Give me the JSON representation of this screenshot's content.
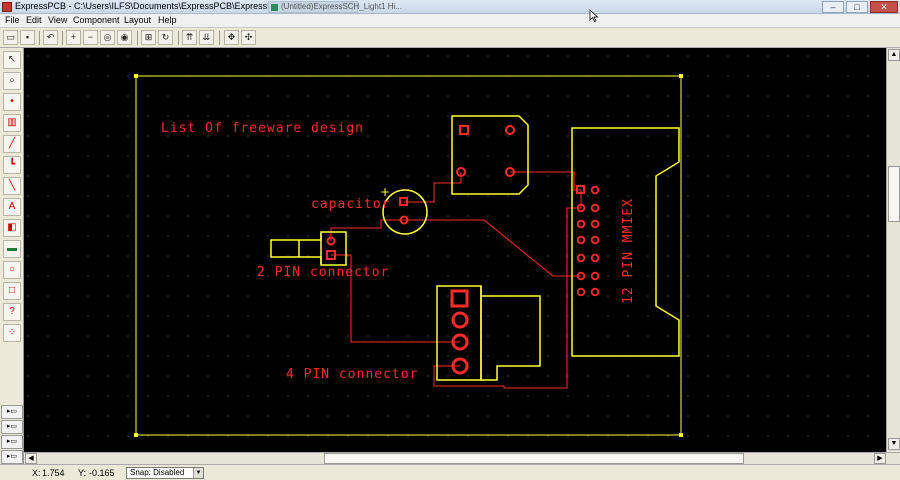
{
  "window": {
    "title": "ExpressPCB - C:\\Users\\ILFS\\Documents\\ExpressPCB\\ExpressPCB.pcb",
    "background_tab": "(Untitled)ExpressSCH_Light1 Hi...",
    "controls": {
      "minimize": "–",
      "maximize": "□",
      "close": "✕"
    }
  },
  "menu": {
    "items": [
      "File",
      "Edit",
      "View",
      "Component",
      "Layout",
      "Help"
    ]
  },
  "toolbar": {
    "buttons": [
      {
        "name": "open-button",
        "icon": "folder-icon",
        "glyph": "▭"
      },
      {
        "name": "save-button",
        "icon": "disk-icon",
        "glyph": "▪"
      },
      {
        "name": "undo-button",
        "icon": "undo-icon",
        "glyph": "↶"
      },
      {
        "name": "zoom-in-button",
        "icon": "zoom-in-icon",
        "glyph": "+"
      },
      {
        "name": "zoom-out-button",
        "icon": "zoom-out-icon",
        "glyph": "−"
      },
      {
        "name": "zoom-window-button",
        "icon": "zoom-window-icon",
        "glyph": "◎"
      },
      {
        "name": "zoom-fit-button",
        "icon": "zoom-fit-icon",
        "glyph": "◉"
      },
      {
        "name": "component-button",
        "icon": "component-icon",
        "glyph": "⊞"
      },
      {
        "name": "rotate-button",
        "icon": "rotate-icon",
        "glyph": "↻"
      },
      {
        "name": "layer-top-button",
        "icon": "layer-top-icon",
        "glyph": "⇈"
      },
      {
        "name": "layer-bottom-button",
        "icon": "layer-bottom-icon",
        "glyph": "⇊"
      },
      {
        "name": "move-button",
        "icon": "move-icon",
        "glyph": "✥"
      },
      {
        "name": "pan-button",
        "icon": "pan-icon",
        "glyph": "✣"
      }
    ]
  },
  "palette": {
    "tools": [
      {
        "name": "select-tool",
        "icon": "pointer-icon",
        "glyph": "↖"
      },
      {
        "name": "zoom-tool",
        "icon": "magnifier-icon",
        "glyph": "⌕"
      },
      {
        "name": "pad-tool",
        "icon": "pad-icon",
        "glyph": "•"
      },
      {
        "name": "component-tool",
        "icon": "chip-icon",
        "glyph": "▥"
      },
      {
        "name": "trace-tool",
        "icon": "trace-icon",
        "glyph": "╱"
      },
      {
        "name": "trace-bend-tool",
        "icon": "trace-bend-icon",
        "glyph": "┗"
      },
      {
        "name": "diagonal-tool",
        "icon": "diagonal-icon",
        "glyph": "╲"
      },
      {
        "name": "text-tool",
        "icon": "text-icon",
        "glyph": "A"
      },
      {
        "name": "fill-tool",
        "icon": "fill-icon",
        "glyph": "◧"
      },
      {
        "name": "board-tool",
        "icon": "board-icon",
        "glyph": "▬"
      },
      {
        "name": "circle-tool",
        "icon": "circle-icon",
        "glyph": "○"
      },
      {
        "name": "rectangle-tool",
        "icon": "rectangle-icon",
        "glyph": "□"
      },
      {
        "name": "query-tool",
        "icon": "query-icon",
        "glyph": "?"
      },
      {
        "name": "net-tool",
        "icon": "net-icon",
        "glyph": "⁘"
      }
    ],
    "layers": [
      {
        "name": "layer-silk-button",
        "glyph": "▸▭"
      },
      {
        "name": "layer-top-copper-button",
        "glyph": "▸▭"
      },
      {
        "name": "layer-bottom-copper-button",
        "glyph": "▸▭"
      },
      {
        "name": "layer-both-button",
        "glyph": "▸▭"
      }
    ]
  },
  "pcb": {
    "title_label": "List Of freeware design",
    "labels": {
      "capacitor": "capacitor",
      "two_pin": "2 PIN connector",
      "four_pin": "4 PIN connector",
      "twelve_pin": "12 PIN MMIEX"
    },
    "colors": {
      "background": "#000000",
      "silkscreen": "#ffff33",
      "copper": "#ff2a2a",
      "grid": "#3a3a3a"
    }
  },
  "status": {
    "x_label": "X:",
    "x_value": "1.754",
    "y_label": "Y:",
    "y_value": "-0.165",
    "snap_label": "Snap:",
    "snap_value": "Disabled"
  }
}
